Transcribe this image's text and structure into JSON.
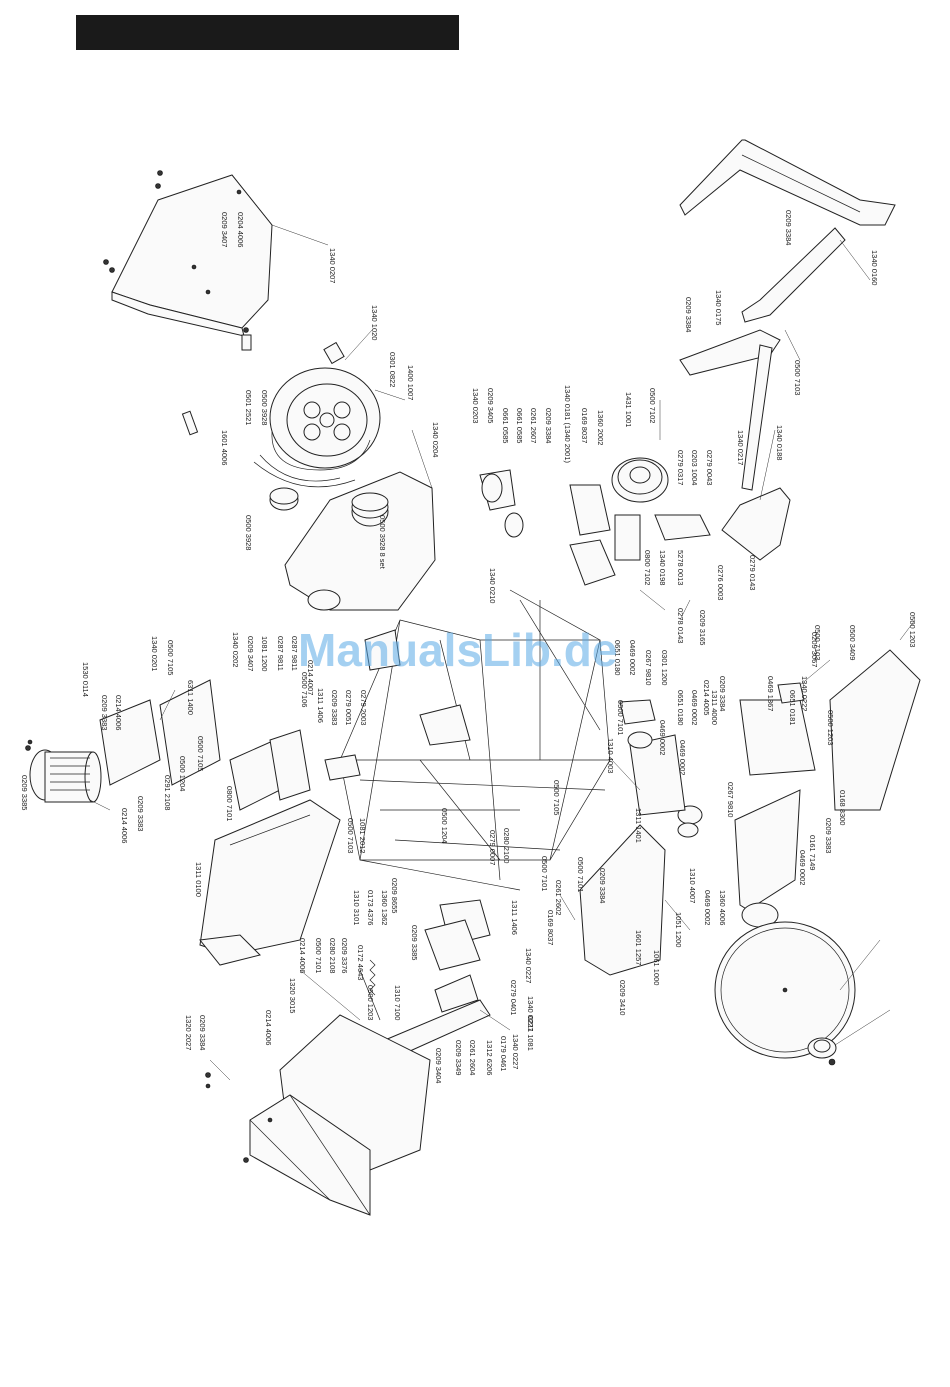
{
  "watermark": "ManualsLib.de",
  "labels": [
    "1340 0207",
    "0204 4006",
    "0209 3407",
    "1340 1020",
    "0301 0822",
    "1400 1007",
    "0500 3928",
    "0501 2521",
    "1601 4006",
    "0500 3928",
    "1340 0204",
    "0500 3928 8 set",
    "1340 0203",
    "0209 3405",
    "0661 0585",
    "0661 0585",
    "0261 2607",
    "0209 3384",
    "1340 0181 (1340 2001)",
    "0169 8037",
    "1360 2002",
    "1431 1001",
    "0500 7102",
    "0279 0317",
    "0203 1004",
    "0279 0043",
    "1340 0217",
    "1340 0188",
    "0500 7103",
    "1340 0160",
    "0209 3384",
    "1340 0175",
    "0209 3384",
    "0279 0143",
    "0276 0003",
    "5278 0013",
    "1340 0198",
    "0800 7102",
    "0278 0143",
    "0209 3165",
    "1340 0210",
    "1340 0201",
    "0500 7105",
    "0209 3383",
    "0214 4006",
    "1530 0114",
    "0209 3385",
    "0214 4006",
    "0209 3383",
    "6311 1400",
    "0500 7105",
    "0500 1204",
    "0291 2108",
    "0800 7101",
    "1340 0202",
    "0209 3407",
    "1081 1200",
    "0287 9811",
    "0287 9811",
    "0214 4007",
    "1311 1406",
    "0209 3383",
    "0279 0051",
    "0279 2003",
    "0500 7103",
    "1081 2012",
    "0500 1204",
    "1311 0100",
    "0500 7106",
    "0279 0007",
    "0280 2100",
    "0500 7105",
    "1311 1401",
    "0469 0002",
    "0500 7101",
    "1340 0227",
    "0279 0401",
    "1340 0227",
    "1311 1406",
    "0169 8037",
    "0261 2602",
    "0500 7101",
    "0209 3384",
    "1310 3101",
    "0173 4376",
    "1360 1362",
    "0209 8655",
    "0209 3385",
    "0214 4006",
    "0500 7101",
    "0280 2108",
    "0209 3376",
    "0172 4643",
    "0500 1203",
    "1310 7100",
    "1320 3015",
    "0214 4006",
    "0209 3384",
    "1320 2027",
    "0209 3404",
    "0209 3349",
    "0261 2604",
    "1312 6206",
    "0179 0461",
    "1340 0227",
    "0211 1081",
    "0651 0180",
    "0469 0002",
    "0267 9810",
    "0301 1200",
    "0651 0180",
    "0469 0002",
    "1311 4000",
    "0500 7101",
    "1310 4003",
    "0469 0002",
    "0500 1203",
    "0209 3067",
    "0500 7103",
    "0500 3409",
    "0469 1367",
    "1340 0222",
    "0651 0181",
    "0209 3384",
    "0214 4005",
    "0500 1203",
    "0267 9810",
    "0168 8300",
    "0209 3383",
    "0161 7149",
    "1310 4007",
    "0469 0002",
    "1360 4006",
    "1051 1200",
    "1601 1257",
    "1061 1000",
    "0209 3410",
    "0469 0002"
  ]
}
